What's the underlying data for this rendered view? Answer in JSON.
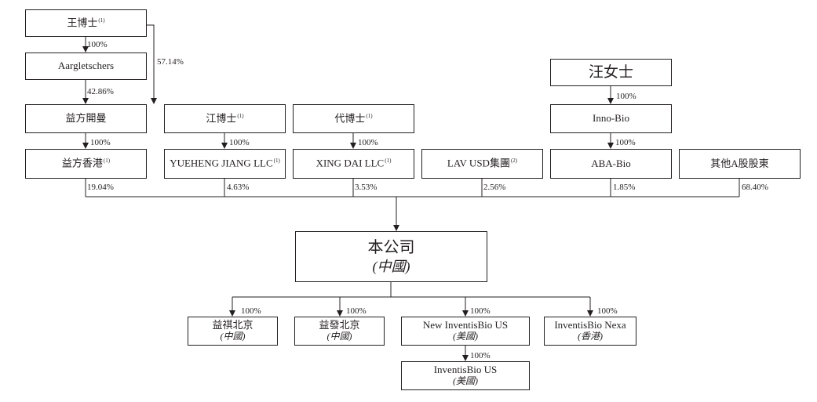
{
  "entities": {
    "dr_wang": {
      "name": "王博士",
      "note": "(1)"
    },
    "aargletschers": {
      "name": "Aargletschers"
    },
    "yifang_kaiman": {
      "name": "益方開曼"
    },
    "yifang_hk": {
      "name": "益方香港",
      "note": "(1)"
    },
    "dr_jiang": {
      "name": "江博士",
      "note": "(1)"
    },
    "yueheng_jiang": {
      "name": "YUEHENG JIANG LLC",
      "note": "(1)"
    },
    "dr_dai": {
      "name": "代博士",
      "note": "(1)"
    },
    "xing_dai": {
      "name": "XING DAI LLC",
      "note": "(1)"
    },
    "lav_usd": {
      "name": "LAV USD集團",
      "note": "(2)"
    },
    "ms_wang": {
      "name": "汪女士"
    },
    "inno_bio": {
      "name": "Inno-Bio"
    },
    "aba_bio": {
      "name": "ABA-Bio"
    },
    "other_a_share": {
      "name": "其他A股股東"
    },
    "company": {
      "name": "本公司",
      "region": "(中國)"
    },
    "yiqi_beijing": {
      "name": "益祺北京",
      "region": "(中國)"
    },
    "yifa_beijing": {
      "name": "益發北京",
      "region": "(中國)"
    },
    "new_inventisbio_us": {
      "name": "New InventisBio US",
      "region": "(美國)"
    },
    "inventisbio_nexa": {
      "name": "InventisBio Nexa",
      "region": "(香港)"
    },
    "inventisbio_us": {
      "name": "InventisBio US",
      "region": "(美國)"
    }
  },
  "ownership": {
    "wang_to_aargletschers": "100%",
    "wang_to_kaiman": "57.14%",
    "aargletschers_to_kaiman": "42.86%",
    "kaiman_to_hk": "100%",
    "jiang_to_llc": "100%",
    "dai_to_llc": "100%",
    "mswang_to_innobio": "100%",
    "innobio_to_ababio": "100%",
    "hk_to_company": "19.04%",
    "yueheng_to_company": "4.63%",
    "xingdai_to_company": "3.53%",
    "lav_to_company": "2.56%",
    "aba_to_company": "1.85%",
    "other_to_company": "68.40%",
    "company_to_yiqi": "100%",
    "company_to_yifa": "100%",
    "company_to_newus": "100%",
    "company_to_nexa": "100%",
    "newus_to_us": "100%"
  }
}
